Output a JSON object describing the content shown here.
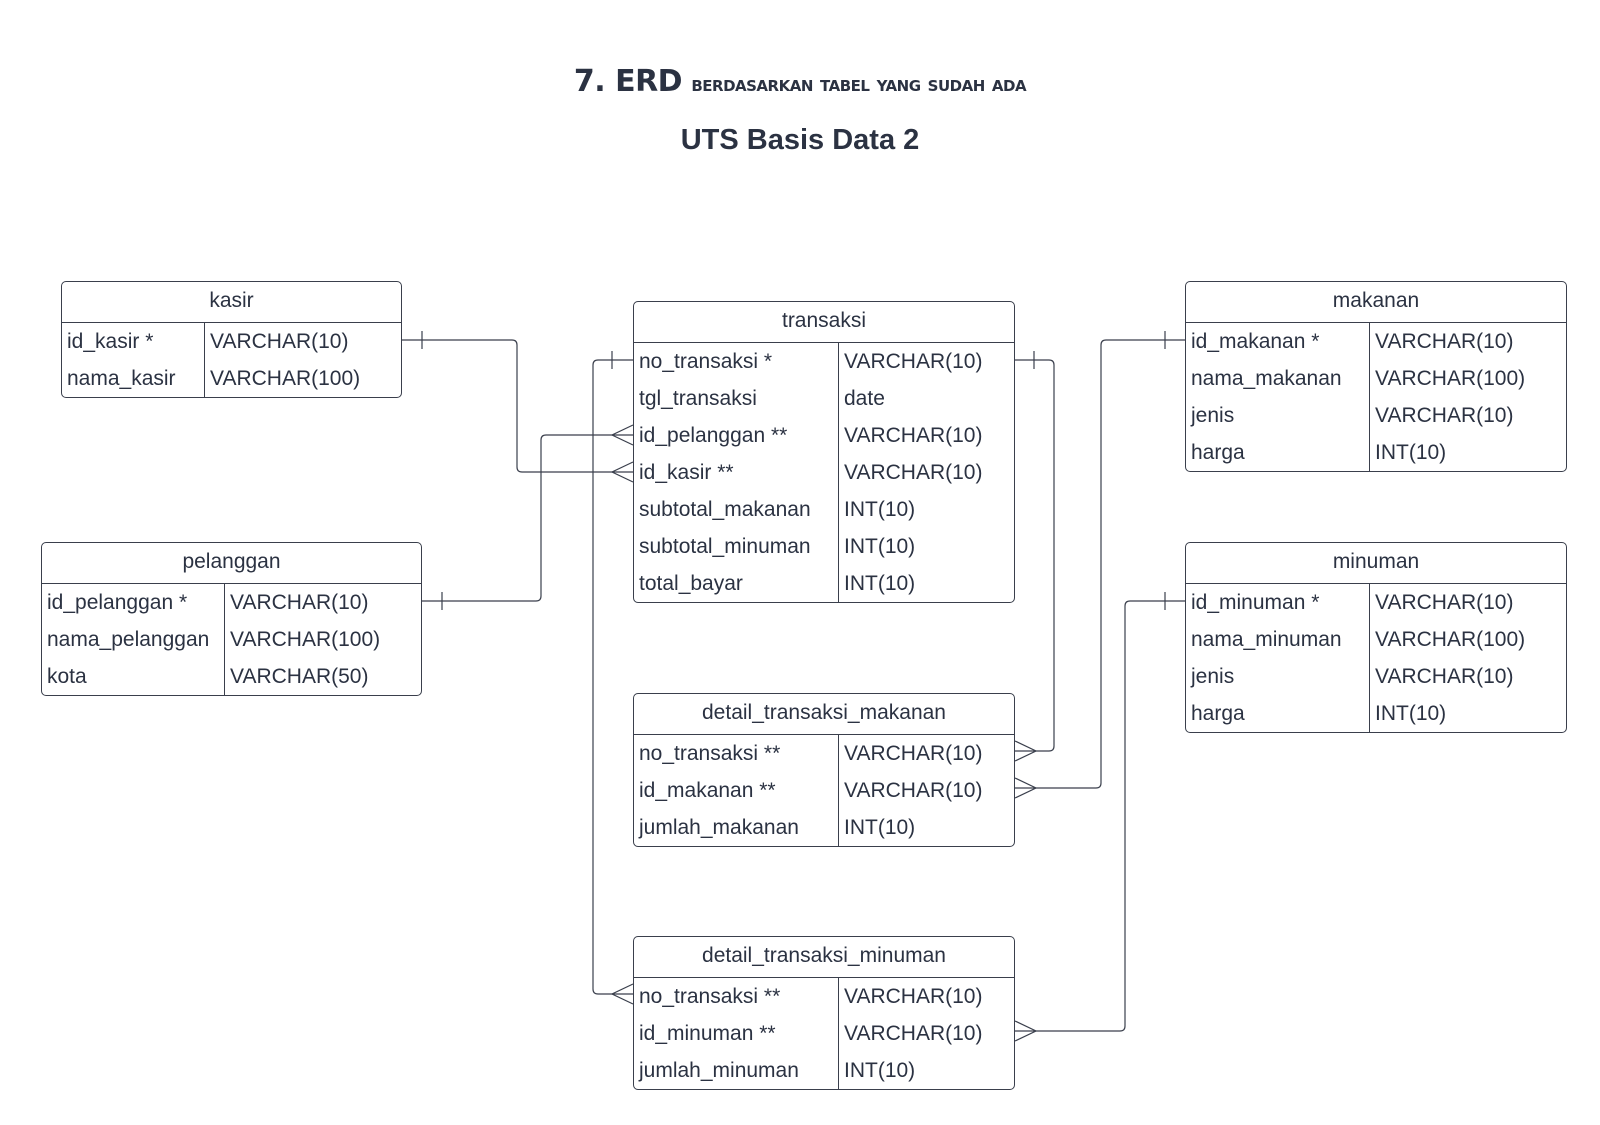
{
  "header": {
    "title_prefix": "7. ERD",
    "title_rest": "berdasarkan tabel yang sudah ada",
    "subtitle": "UTS Basis Data 2"
  },
  "colors": {
    "line": "#3a3f4c",
    "text": "#2b3242"
  },
  "entities": {
    "kasir": {
      "name": "kasir",
      "fields": [
        {
          "name": "id_kasir *",
          "type": "VARCHAR(10)"
        },
        {
          "name": "nama_kasir",
          "type": "VARCHAR(100)"
        }
      ]
    },
    "pelanggan": {
      "name": "pelanggan",
      "fields": [
        {
          "name": "id_pelanggan *",
          "type": "VARCHAR(10)"
        },
        {
          "name": "nama_pelanggan",
          "type": "VARCHAR(100)"
        },
        {
          "name": "kota",
          "type": "VARCHAR(50)"
        }
      ]
    },
    "transaksi": {
      "name": "transaksi",
      "fields": [
        {
          "name": "no_transaksi *",
          "type": "VARCHAR(10)"
        },
        {
          "name": "tgl_transaksi",
          "type": "date"
        },
        {
          "name": "id_pelanggan **",
          "type": "VARCHAR(10)"
        },
        {
          "name": "id_kasir **",
          "type": "VARCHAR(10)"
        },
        {
          "name": "subtotal_makanan",
          "type": "INT(10)"
        },
        {
          "name": "subtotal_minuman",
          "type": "INT(10)"
        },
        {
          "name": "total_bayar",
          "type": "INT(10)"
        }
      ]
    },
    "makanan": {
      "name": "makanan",
      "fields": [
        {
          "name": "id_makanan *",
          "type": "VARCHAR(10)"
        },
        {
          "name": "nama_makanan",
          "type": "VARCHAR(100)"
        },
        {
          "name": "jenis",
          "type": "VARCHAR(10)"
        },
        {
          "name": "harga",
          "type": "INT(10)"
        }
      ]
    },
    "minuman": {
      "name": "minuman",
      "fields": [
        {
          "name": "id_minuman *",
          "type": "VARCHAR(10)"
        },
        {
          "name": "nama_minuman",
          "type": "VARCHAR(100)"
        },
        {
          "name": "jenis",
          "type": "VARCHAR(10)"
        },
        {
          "name": "harga",
          "type": "INT(10)"
        }
      ]
    },
    "detail_transaksi_makanan": {
      "name": "detail_transaksi_makanan",
      "fields": [
        {
          "name": "no_transaksi **",
          "type": "VARCHAR(10)"
        },
        {
          "name": "id_makanan **",
          "type": "VARCHAR(10)"
        },
        {
          "name": "jumlah_makanan",
          "type": "INT(10)"
        }
      ]
    },
    "detail_transaksi_minuman": {
      "name": "detail_transaksi_minuman",
      "fields": [
        {
          "name": "no_transaksi **",
          "type": "VARCHAR(10)"
        },
        {
          "name": "id_minuman **",
          "type": "VARCHAR(10)"
        },
        {
          "name": "jumlah_minuman",
          "type": "INT(10)"
        }
      ]
    }
  },
  "relationships": [
    {
      "from": "kasir.id_kasir",
      "to": "transaksi.id_kasir",
      "cardinality": "one-to-many"
    },
    {
      "from": "pelanggan.id_pelanggan",
      "to": "transaksi.id_pelanggan",
      "cardinality": "one-to-many"
    },
    {
      "from": "transaksi.no_transaksi",
      "to": "detail_transaksi_makanan.no_transaksi",
      "cardinality": "one-to-many"
    },
    {
      "from": "transaksi.no_transaksi",
      "to": "detail_transaksi_minuman.no_transaksi",
      "cardinality": "one-to-many"
    },
    {
      "from": "makanan.id_makanan",
      "to": "detail_transaksi_makanan.id_makanan",
      "cardinality": "one-to-many"
    },
    {
      "from": "minuman.id_minuman",
      "to": "detail_transaksi_minuman.id_minuman",
      "cardinality": "one-to-many"
    }
  ]
}
